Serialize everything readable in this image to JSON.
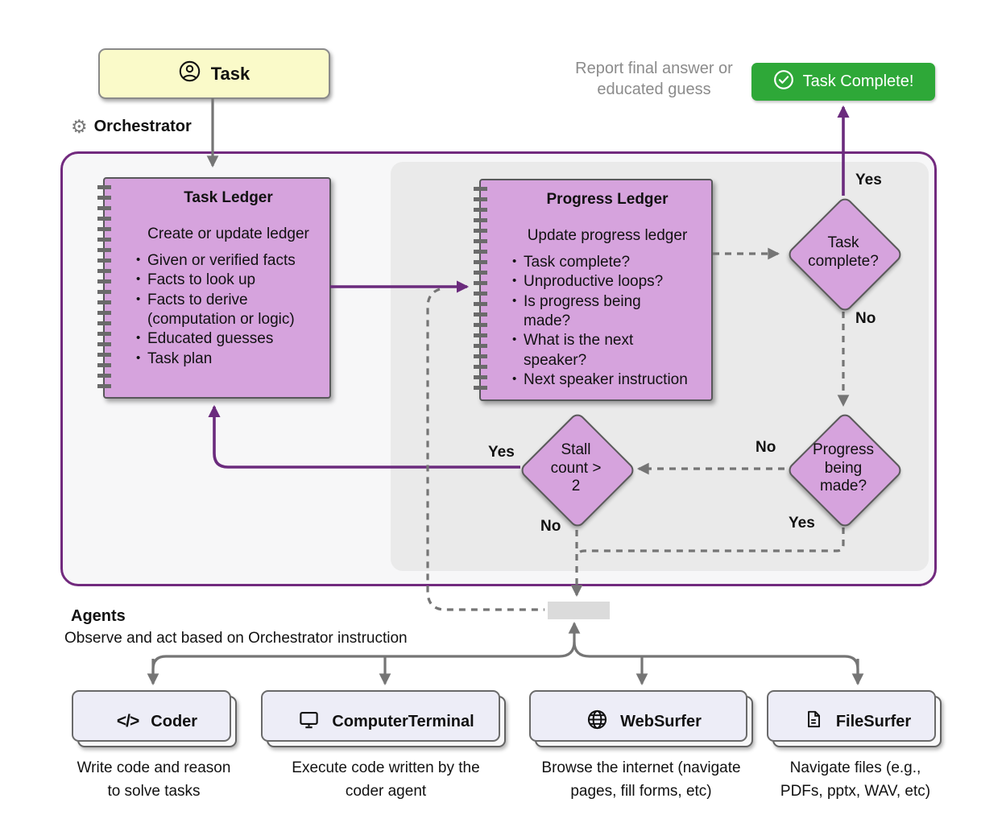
{
  "task_box": {
    "label": "Task"
  },
  "report_note": "Report final answer or\neducated guess",
  "task_complete_box": {
    "label": "Task Complete!"
  },
  "orchestrator": {
    "label": "Orchestrator",
    "task_ledger": {
      "title": "Task Ledger",
      "subtitle": "Create or update ledger",
      "bullets": [
        "Given or verified facts",
        "Facts to look up",
        "Facts to derive\n(computation or logic)",
        "Educated guesses",
        "Task plan"
      ]
    },
    "progress_ledger": {
      "title": "Progress Ledger",
      "subtitle": "Update progress ledger",
      "bullets": [
        "Task complete?",
        "Unproductive loops?",
        "Is progress being\nmade?",
        "What is the next\nspeaker?",
        "Next speaker instruction"
      ]
    },
    "decisions": {
      "task_complete": "Task\ncomplete?",
      "progress": "Progress\nbeing\nmade?",
      "stall": "Stall\ncount >\n2"
    },
    "edge_labels": {
      "yes_to_complete": "Yes",
      "no_to_progress": "No",
      "progress_no": "No",
      "progress_yes": "Yes",
      "stall_yes": "Yes",
      "stall_no": "No"
    }
  },
  "agents": {
    "title": "Agents",
    "subtitle": "Observe and act based on Orchestrator instruction",
    "items": [
      {
        "label": "Coder",
        "icon": "code-icon",
        "description": "Write code and reason\nto solve tasks"
      },
      {
        "label": "ComputerTerminal",
        "icon": "monitor-icon",
        "description": "Execute code written by the\ncoder agent"
      },
      {
        "label": "WebSurfer",
        "icon": "globe-icon",
        "description": "Browse the internet (navigate\npages, fill forms, etc)"
      },
      {
        "label": "FileSurfer",
        "icon": "file-icon",
        "description": "Navigate files (e.g.,\nPDFs, pptx, WAV, etc)"
      }
    ]
  },
  "colors": {
    "yellow": "#FAFAC9",
    "green": "#2EA838",
    "purple_fill": "#D6A3DD",
    "purple_line": "#6B2B7D",
    "purple_border": "#722A7E",
    "gray_line": "#757575",
    "panel_gray": "#EAEAEA",
    "node_gray": "#DBDBDB"
  }
}
